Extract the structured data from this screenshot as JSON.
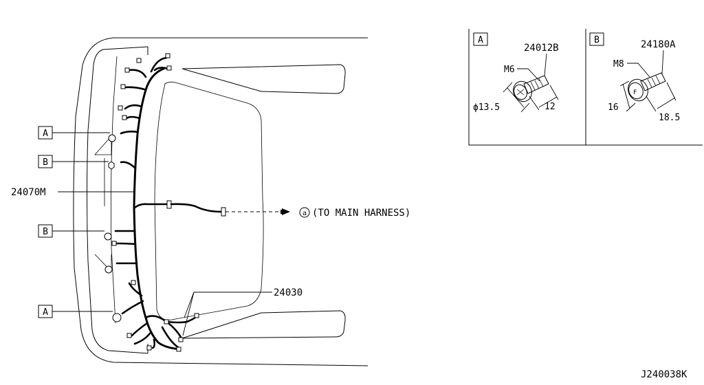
{
  "diagram": {
    "labels": {
      "callout_a_top": "A",
      "callout_b_top": "B",
      "callout_b_bottom": "B",
      "callout_a_bottom": "A",
      "part_harness": "24070M",
      "part_sub_harness": "24030",
      "connector_ref": "a",
      "to_main_harness": "(TO MAIN HARNESS)",
      "figure_code": "J240038K"
    },
    "detail_a": {
      "box": "A",
      "part_no": "24012B",
      "thread": "M6",
      "diameter": "ϕ13.5",
      "length": "12"
    },
    "detail_b": {
      "box": "B",
      "part_no": "24180A",
      "thread": "M8",
      "height": "16",
      "length": "18.5"
    }
  }
}
